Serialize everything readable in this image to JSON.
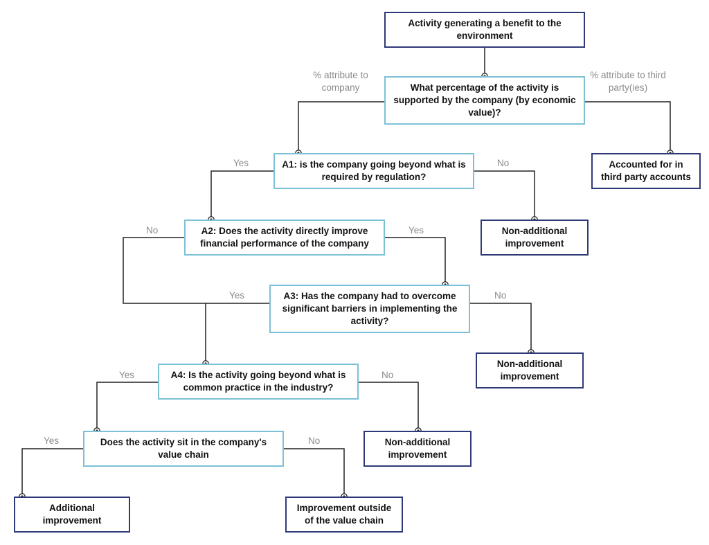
{
  "nodes": {
    "root": "Activity generating a benefit to the environment",
    "q_percentage": "What percentage of the activity is supported by the company (by economic value)?",
    "third_party": "Accounted for in third party accounts",
    "a1": "A1: is the company going beyond what is required by regulation?",
    "nonadd_1": "Non-additional improvement",
    "a2": "A2: Does the activity directly improve financial performance of the company",
    "a3": "A3: Has the company had to overcome significant barriers in implementing the activity?",
    "nonadd_2": "Non-additional improvement",
    "a4": "A4: Is the activity going beyond what is common practice in the industry?",
    "nonadd_3": "Non-additional improvement",
    "value_chain_q": "Does the activity sit in the company's value chain",
    "additional": "Additional improvement",
    "outside_chain": "Improvement outside of the value chain"
  },
  "edge_labels": {
    "attr_company": "% attribute to company",
    "attr_third": "% attribute to third party(ies)",
    "a1_yes": "Yes",
    "a1_no": "No",
    "a2_no": "No",
    "a2_yes": "Yes",
    "a3_yes": "Yes",
    "a3_no": "No",
    "a4_yes": "Yes",
    "a4_no": "No",
    "vc_yes": "Yes",
    "vc_no": "No"
  },
  "colors": {
    "outcome_border": "#2e3a78",
    "question_border": "#7cc1d6",
    "connector": "#222222",
    "edge_label": "#8a8a8a"
  }
}
